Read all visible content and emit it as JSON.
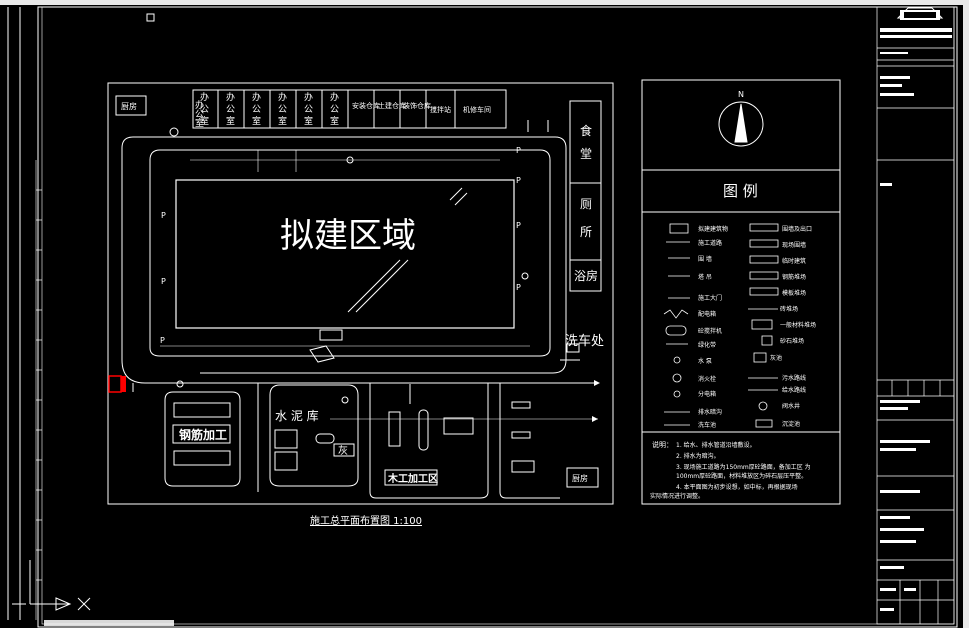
{
  "drawing": {
    "main_label": "拟建区域",
    "caption": "施工总平面布置图  1:100",
    "buildings": {
      "kitchen_top": "厨房",
      "offices": [
        "办公室",
        "办公室",
        "办公室",
        "办公室",
        "办公室",
        "办公室"
      ],
      "warehouses": [
        "安装仓库",
        "土建仓库",
        "装饰仓库"
      ],
      "mixer": "搅拌站",
      "machine_shop": "机修车间",
      "canteen": [
        "食",
        "堂"
      ],
      "toilet": [
        "厕",
        "所"
      ],
      "bath": [
        "浴",
        "房"
      ],
      "wash": "洗车处",
      "rebar": "钢筋加工",
      "cement": "水 泥 库",
      "ash": "灰",
      "wood": "木工加工区",
      "kitchen_bottom": "厨房",
      "road_marks": [
        "P",
        "P",
        "P",
        "P",
        "P",
        "P",
        "P"
      ]
    }
  },
  "legend": {
    "north": "N",
    "title": "图  例",
    "notes_title": "说明：",
    "notes": [
      "1. 给水、排水管道沿墙敷设。",
      "2. 排水为暗沟。",
      "3. 现场施工道路为150mm厚砼路面，备加工区  为",
      "   100mm厚砼路面，材料堆放区为碎石层压平整。",
      "4. 本平面图为初步设想，如中标，再根据现场",
      "   实际情况进行调整。"
    ]
  },
  "colors": {
    "background": "#000000",
    "lines": "#ffffff",
    "accent": "#ff0000"
  }
}
